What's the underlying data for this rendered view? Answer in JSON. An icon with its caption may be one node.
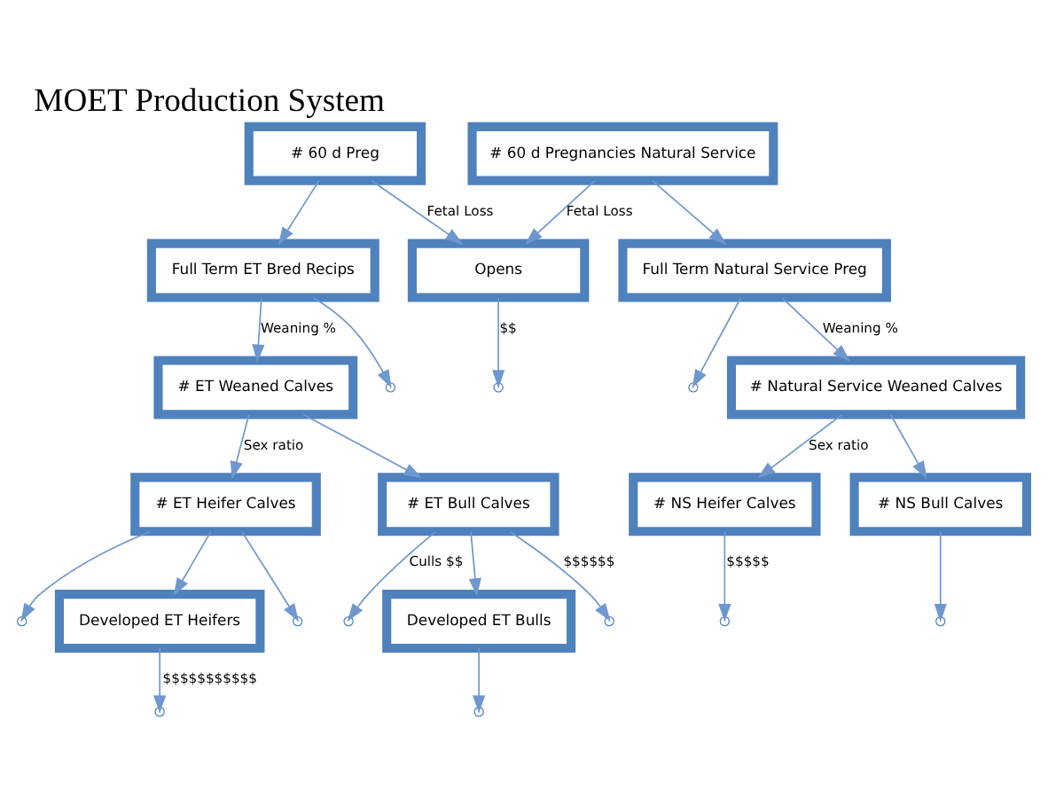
{
  "diagram": {
    "title": "MOET Production System",
    "nodes": [
      {
        "text": [
          "# 60 d Preg"
        ]
      },
      {
        "text": [
          "# 60 d Pregnancies Natural Service"
        ]
      },
      {
        "text": [
          "Opens"
        ]
      },
      {
        "text": [
          "Full Term ET Bred Recips"
        ]
      },
      {
        "text": [
          "Full Term Natural Service Preg"
        ]
      },
      {
        "text": [
          "# ET Weaned Calves"
        ]
      },
      {
        "text": [
          "# Natural Service Weaned Calves"
        ]
      },
      {
        "text": [
          "# ET Heifer Calves"
        ]
      },
      {
        "text": [
          "# ET Bull Calves"
        ]
      },
      {
        "text": [
          "# NS Heifer Calves"
        ]
      },
      {
        "text": [
          "# NS Bull Calves"
        ]
      },
      {
        "text": [
          "Developed ET Heifers"
        ]
      },
      {
        "text": [
          "Developed ET Bulls"
        ]
      }
    ],
    "edges": [
      {
        "from": 0,
        "to": 2,
        "arrow": "to",
        "label": "Fetal Loss"
      },
      {
        "from": 0,
        "to": 3,
        "arrow": "to"
      },
      {
        "from": 1,
        "to": 2,
        "arrow": "to",
        "label": "Fetal Loss"
      },
      {
        "from": 1,
        "to": 4,
        "arrow": "to"
      },
      {
        "from": 2,
        "to": null,
        "arrow": "to",
        "label": "$$"
      },
      {
        "from": 3,
        "to": null,
        "arrow": "to"
      },
      {
        "from": 4,
        "to": null,
        "arrow": "to"
      },
      {
        "from": 3,
        "to": 5,
        "arrow": "to",
        "label": "Weaning %"
      },
      {
        "from": 4,
        "to": 6,
        "arrow": "to",
        "label": "Weaning %"
      },
      {
        "from": 5,
        "to": 7,
        "arrow": "to",
        "label": "Sex ratio"
      },
      {
        "from": 5,
        "to": 8,
        "arrow": "to"
      },
      {
        "from": 6,
        "to": 9,
        "arrow": "to",
        "label": "Sex ratio"
      },
      {
        "from": 6,
        "to": 10,
        "arrow": "to"
      },
      {
        "from": 7,
        "to": null,
        "arrow": "to"
      },
      {
        "from": 8,
        "to": null,
        "arrow": "to",
        "label": "$$$$$$"
      },
      {
        "from": 7,
        "to": 11,
        "arrow": "to"
      },
      {
        "from": 8,
        "to": 12,
        "arrow": "to"
      },
      {
        "from": 7,
        "to": null,
        "arrow": "to"
      },
      {
        "from": 8,
        "to": null,
        "arrow": "to",
        "label": "Culls $$"
      },
      {
        "from": 9,
        "to": null,
        "arrow": "to",
        "label": "$$$$$"
      },
      {
        "from": 10,
        "to": null,
        "arrow": "to"
      },
      {
        "from": 11,
        "to": null,
        "arrow": "to",
        "label": "$$$$$$$$$$$"
      },
      {
        "from": 12,
        "to": null,
        "arrow": "to"
      }
    ]
  }
}
